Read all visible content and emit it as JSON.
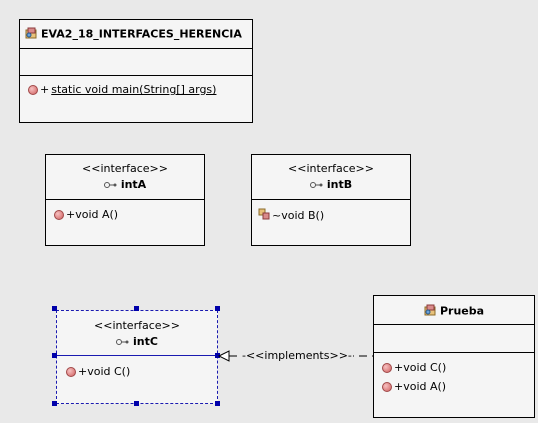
{
  "classes": {
    "main": {
      "name": "EVA2_18_INTERFACES_HERENCIA",
      "member_visibility": "+",
      "member": "static void main(String[] args)",
      "icon": "class-icon"
    },
    "intA": {
      "stereotype": "<<interface>>",
      "name": "intA",
      "member": "+void A()",
      "icon": "interface-icon"
    },
    "intB": {
      "stereotype": "<<interface>>",
      "name": "intB",
      "member": "~void B()",
      "icon": "interface-icon"
    },
    "intC": {
      "stereotype": "<<interface>>",
      "name": "intC",
      "member": "+void C()",
      "icon": "interface-icon"
    },
    "prueba": {
      "name": "Prueba",
      "members": [
        "+void C()",
        "+void A()"
      ],
      "icon": "class-icon"
    }
  },
  "relationship": {
    "label": "-<<implements>>-",
    "from": "Prueba",
    "to": "intC"
  },
  "colors": {
    "canvas": "#e9e9e9",
    "box": "#f5f5f5",
    "selection": "#1a1ab0",
    "handle": "#0000aa"
  }
}
